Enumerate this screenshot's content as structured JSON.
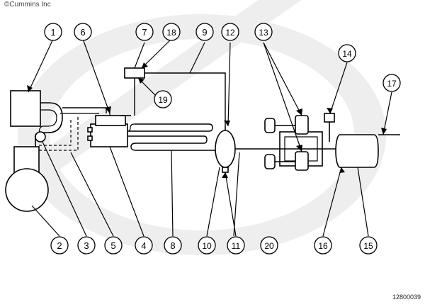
{
  "copyright": "©Cummins Inc",
  "figure_id": "12800039",
  "callouts": [
    {
      "id": "c1",
      "label": "1"
    },
    {
      "id": "c2",
      "label": "2"
    },
    {
      "id": "c3",
      "label": "3"
    },
    {
      "id": "c4",
      "label": "4"
    },
    {
      "id": "c5",
      "label": "5"
    },
    {
      "id": "c6",
      "label": "6"
    },
    {
      "id": "c7",
      "label": "7"
    },
    {
      "id": "c8",
      "label": "8"
    },
    {
      "id": "c9",
      "label": "9"
    },
    {
      "id": "c10",
      "label": "10"
    },
    {
      "id": "c11",
      "label": "11"
    },
    {
      "id": "c12",
      "label": "12"
    },
    {
      "id": "c13",
      "label": "13"
    },
    {
      "id": "c14",
      "label": "14"
    },
    {
      "id": "c15",
      "label": "15"
    },
    {
      "id": "c16",
      "label": "16"
    },
    {
      "id": "c17",
      "label": "17"
    },
    {
      "id": "c18",
      "label": "18"
    },
    {
      "id": "c19",
      "label": "19"
    },
    {
      "id": "c20",
      "label": "20"
    }
  ],
  "colors": {
    "line": "#000000",
    "watermark": "#e6e6e6",
    "background": "#ffffff"
  }
}
